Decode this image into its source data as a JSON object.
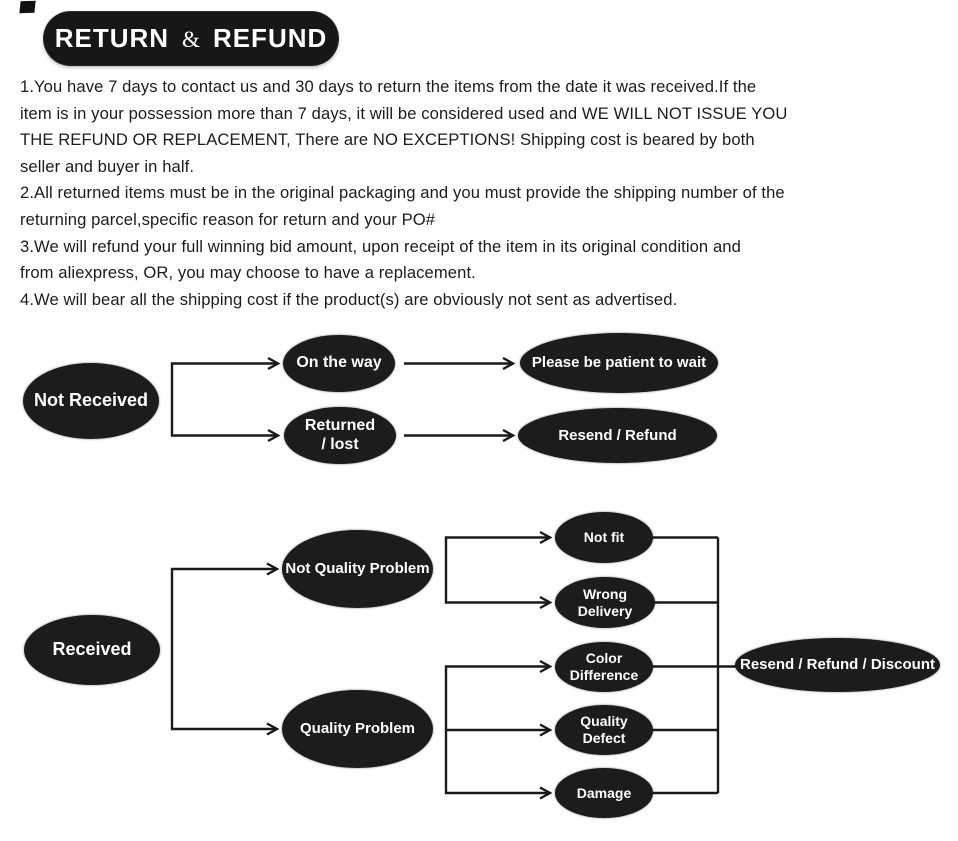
{
  "header": {
    "word1": "RETURN",
    "amp": "&",
    "word2": "REFUND"
  },
  "policy": {
    "paragraphs": [
      {
        "lines": [
          "1.You have 7 days to contact us and 30 days to return the items from the date it was received.If the",
          "item is in your possession more than 7 days, it will be considered used and WE WILL NOT ISSUE YOU",
          "THE REFUND OR REPLACEMENT, There are NO EXCEPTIONS! Shipping cost is beared by both",
          "seller and buyer in half."
        ]
      },
      {
        "lines": [
          "2.All returned items must be in the original packaging and you must provide the shipping number of the",
          "returning parcel,specific reason for return and your PO#"
        ]
      },
      {
        "lines": [
          "3.We will refund your full winning bid amount, upon receipt of the item in its original condition and",
          "from aliexpress, OR, you may choose to have a replacement."
        ]
      },
      {
        "lines": [
          "4.We will bear all the shipping cost if the product(s) are obviously not sent as advertised."
        ]
      }
    ]
  },
  "flowchart": {
    "colors": {
      "node_fill": "#1c1c1c",
      "node_text": "#ffffff",
      "line": "#1a1a1a",
      "background": "#ffffff"
    },
    "not_received_flow": {
      "root": "Not Received",
      "branches": [
        {
          "cause": "On the way",
          "resolution": "Please be patient to wait"
        },
        {
          "cause": "Returned\n/  lost",
          "resolution": "Resend / Refund"
        }
      ]
    },
    "received_flow": {
      "root": "Received",
      "branches": [
        {
          "category": "Not Quality Problem",
          "reasons": [
            "Not fit",
            "Wrong\nDelivery"
          ]
        },
        {
          "category": "Quality Problem",
          "reasons": [
            "Color\nDifference",
            "Quality\nDefect",
            "Damage"
          ]
        }
      ],
      "resolution": "Resend / Refund / Discount"
    }
  }
}
